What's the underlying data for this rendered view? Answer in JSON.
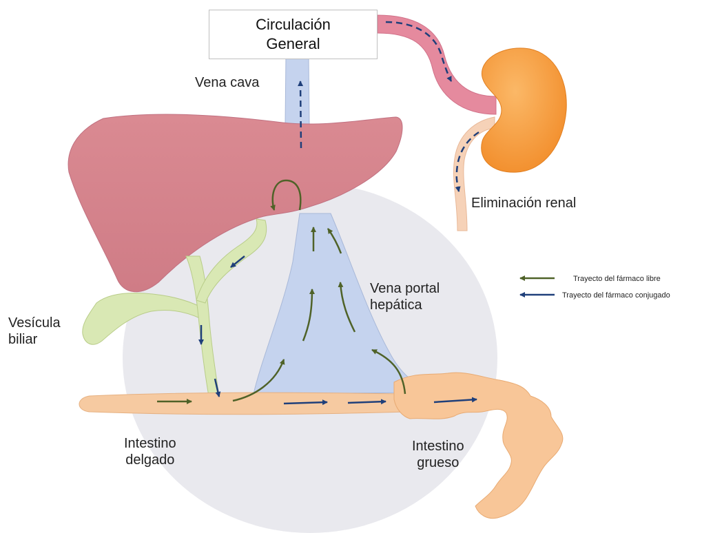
{
  "labels": {
    "circulacion_line1": "Circulación",
    "circulacion_line2": "General",
    "vena_cava": "Vena cava",
    "eliminacion_renal": "Eliminación renal",
    "vena_portal_line1": "Vena portal",
    "vena_portal_line2": "hepática",
    "vesicula_line1": "Vesícula",
    "vesicula_line2": "biliar",
    "intestino_delgado_line1": "Intestino",
    "intestino_delgado_line2": "delgado",
    "intestino_grueso_line1": "Intestino",
    "intestino_grueso_line2": "grueso"
  },
  "legend": [
    {
      "text": "Trayecto del fármaco libre",
      "color": "#4f6228"
    },
    {
      "text": "Trayecto del fármaco conjugado",
      "color": "#1f3f7a"
    }
  ],
  "colors": {
    "liver": "#d8868e",
    "vein": "#c5d3ee",
    "kidney": "#f7a14a",
    "artery": "#e58a9e",
    "ureter": "#f6d2b8",
    "gallbladder": "#d9e8b4",
    "intestine": "#f6caa1",
    "colon": "#f8c698",
    "halo": "#e9e9ee",
    "free_arrow": "#4f6228",
    "conj_arrow": "#1f3f7a"
  }
}
